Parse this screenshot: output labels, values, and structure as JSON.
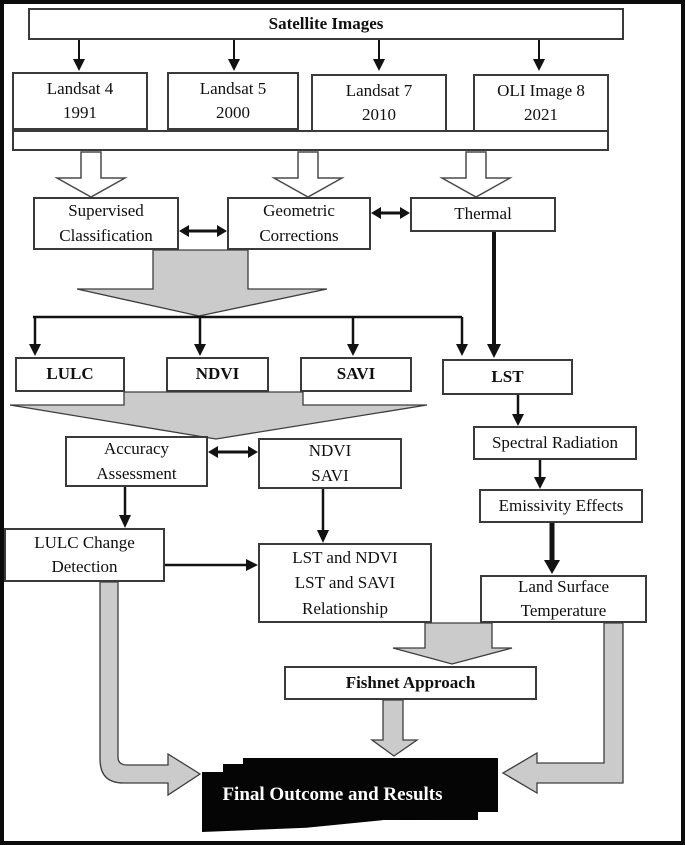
{
  "d": {
    "root": "Satellite Images",
    "sources": [
      {
        "name": "Landsat 4",
        "year": "1991"
      },
      {
        "name": "Landsat 5",
        "year": "2000"
      },
      {
        "name": "Landsat 7",
        "year": "2010"
      },
      {
        "name": "OLI Image 8",
        "year": "2021"
      }
    ],
    "supervised": [
      "Supervised",
      "Classification"
    ],
    "geometric": [
      "Geometric",
      "Corrections"
    ],
    "thermal": "Thermal",
    "lulc": "LULC",
    "ndvi": "NDVI",
    "savi": "SAVI",
    "lst": "LST",
    "accuracy": [
      "Accuracy",
      "Assessment"
    ],
    "ndvi_savi": [
      "NDVI",
      "SAVI"
    ],
    "spectral": "Spectral Radiation",
    "emissivity": "Emissivity Effects",
    "lulc_change": [
      "LULC Change",
      "Detection"
    ],
    "relationship": [
      "LST and NDVI",
      "LST and SAVI",
      "Relationship"
    ],
    "land_surface": [
      "Land Surface",
      "Temperature"
    ],
    "fishnet": "Fishnet Approach",
    "final": "Final Outcome and Results"
  },
  "colors": {
    "gray_arrow_fill": "#cbcbcb",
    "arrow_outline": "#3d3d3d",
    "line_black": "#121212",
    "box_border": "#3a3a3a",
    "final_box_bg": "#050505",
    "final_text": "#ffffff"
  }
}
